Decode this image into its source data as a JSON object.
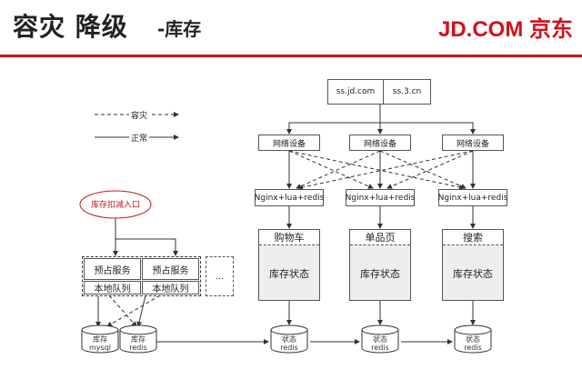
{
  "header": {
    "title_main": "容灾 降级",
    "title_sub": "-库存",
    "brand": "JD.COM 京东"
  },
  "legend": {
    "dr": "容灾",
    "normal": "正常"
  },
  "domains": [
    "ss.jd.com",
    "ss.3.cn"
  ],
  "net_devices": [
    "网络设备",
    "网络设备",
    "网络设备"
  ],
  "nginx": [
    "Nginx+lua+redis",
    "Nginx+lua+redis",
    "Nginx+lua+redis"
  ],
  "app_titles": [
    "购物车",
    "单品页",
    "搜索"
  ],
  "app_state": "库存状态",
  "entry": "库存扣减入口",
  "reserve": [
    "预占服务",
    "预占服务"
  ],
  "local_queue": [
    "本地队列",
    "本地队列"
  ],
  "more": "...",
  "db_left": [
    {
      "top": "库存",
      "bottom": "mysql"
    },
    {
      "top": "库存",
      "bottom": "redis"
    }
  ],
  "db_right": [
    {
      "top": "状态",
      "bottom": "redis"
    },
    {
      "top": "状态",
      "bottom": "redis"
    },
    {
      "top": "状态",
      "bottom": "redis"
    }
  ]
}
